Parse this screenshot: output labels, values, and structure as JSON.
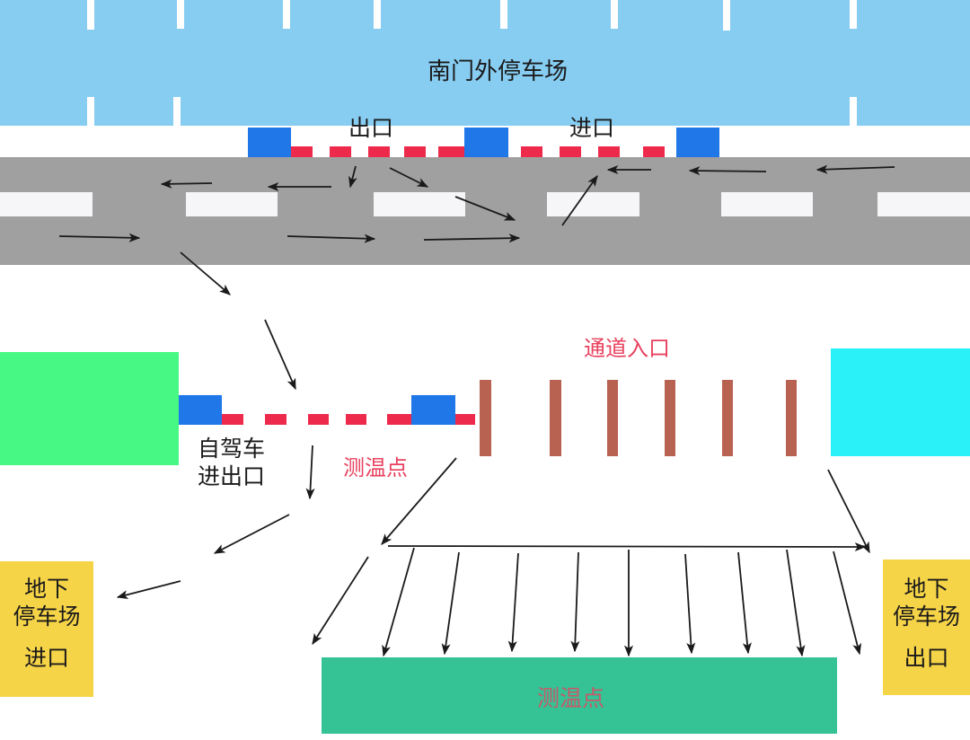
{
  "labels": {
    "south_gate_parking": "南门外停车场",
    "exit_top": "出口",
    "entrance_top": "进口",
    "channel_entrance": "通道入口",
    "self_drive_line1": "自驾车",
    "self_drive_line2": "进出口",
    "temp_check_small": "测温点",
    "temp_check_main": "测温点",
    "underground_entry_line1": "地下",
    "underground_entry_line2": "停车场",
    "underground_entry_line3": "进口",
    "underground_exit_line1": "地下",
    "underground_exit_line2": "停车场",
    "underground_exit_line3": "出口"
  },
  "colors": {
    "parking_blue": "#87cdf2",
    "road_gray": "#a0a0a0",
    "lane_white": "#f6f6f9",
    "gate_blue": "#1f77e8",
    "barrier_red": "#ee2a4c",
    "green_building": "#47f885",
    "cyan_building": "#2af0f8",
    "post_brown": "#b86252",
    "yellow_box": "#f6d448",
    "temp_green": "#35c295"
  }
}
